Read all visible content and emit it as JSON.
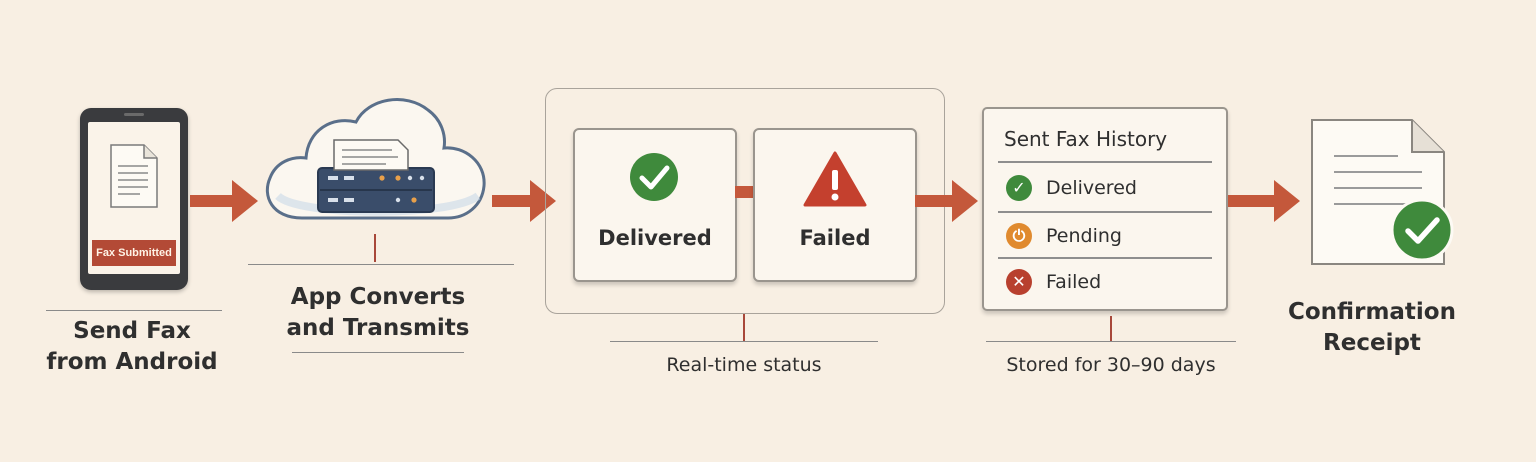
{
  "colors": {
    "background": "#f8efe3",
    "arrow": "#c4583b",
    "delivered_green": "#3f8a3c",
    "failed_red": "#c4402e",
    "pending_orange": "#e08a2e"
  },
  "steps": [
    {
      "label": "Send Fax\nfrom Android",
      "badge": "Fax Submitted",
      "icon": "android-phone-icon"
    },
    {
      "label": "App Converts\nand Transmits",
      "icon": "cloud-server-icon"
    },
    {
      "caption": "Real-time status",
      "cards": [
        {
          "label": "Delivered",
          "icon": "check-icon"
        },
        {
          "label": "Failed",
          "icon": "warning-icon"
        }
      ]
    },
    {
      "title": "Sent Fax History",
      "caption": "Stored for 30–90 days",
      "items": [
        {
          "label": "Delivered",
          "icon": "check-circle-icon"
        },
        {
          "label": "Pending",
          "icon": "power-pending-icon"
        },
        {
          "label": "Failed",
          "icon": "x-circle-icon"
        }
      ]
    },
    {
      "label": "Confirmation\nReceipt",
      "icon": "document-check-icon"
    }
  ]
}
